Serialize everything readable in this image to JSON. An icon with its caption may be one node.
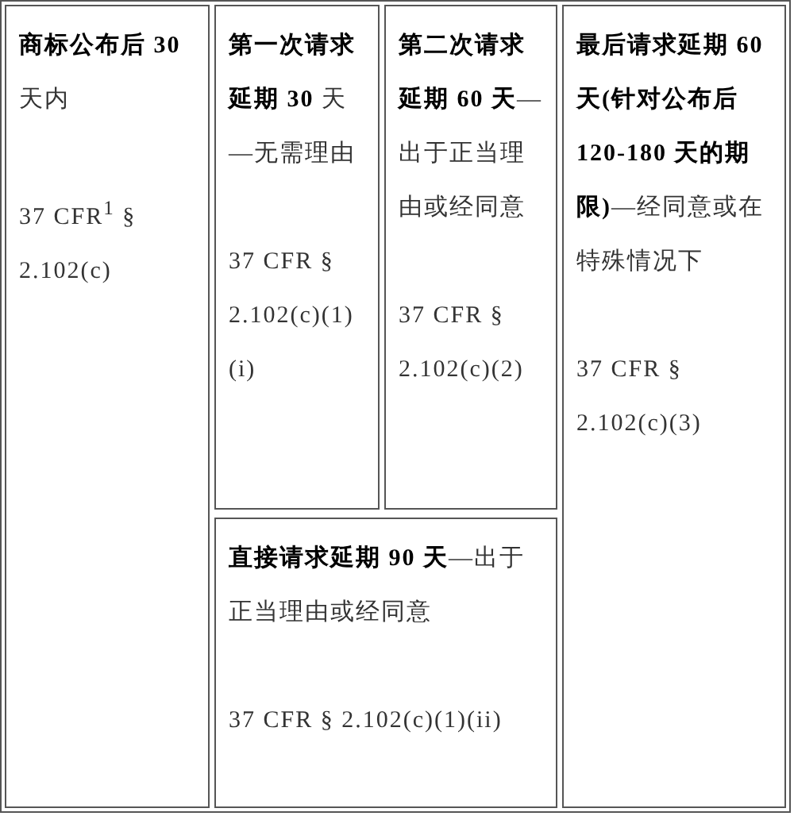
{
  "diagram": {
    "nodes": [
      {
        "text": [
          "**商标公布后 30**天内",
          "37 CFR$^{1}$ § 2.102(c)"
        ]
      },
      {
        "text": [
          "**第一次请求延期 30** 天—无需理由",
          "37 CFR § 2.102(c)(1)(i)"
        ]
      },
      {
        "text": [
          "**第二次请求延期 60 天**—出于正当理由或经同意",
          "37 CFR § 2.102(c)(2)"
        ]
      },
      {
        "text": [
          "**最后请求延期 60 天(针对公布后 120-180 天的期限)**—经同意或在特殊情况下",
          "37 CFR § 2.102(c)(3)"
        ]
      },
      {
        "text": [
          "**直接请求延期 90 天**—出于正当理由或经同意",
          "37 CFR § 2.102(c)(1)(ii)"
        ]
      }
    ]
  }
}
